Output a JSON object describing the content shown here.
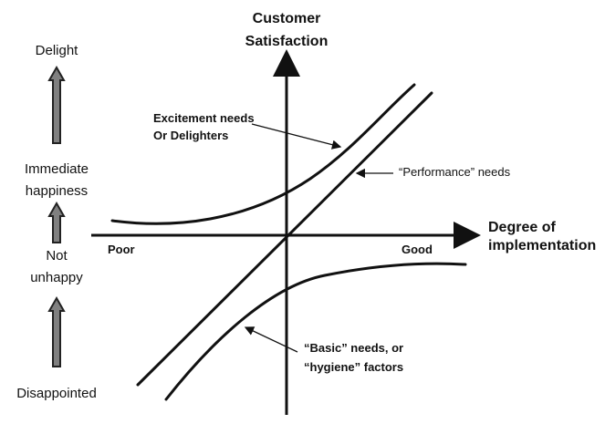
{
  "scale": {
    "levels": [
      "Delight",
      "Immediate",
      "happiness",
      "Not",
      "unhappy",
      "Disappointed"
    ]
  },
  "axes": {
    "y_title": [
      "Customer",
      "Satisfaction"
    ],
    "x_title": [
      "Degree of",
      "implementation"
    ],
    "x_low": "Poor",
    "x_high": "Good"
  },
  "curves": {
    "excitement": [
      "Excitement needs",
      "Or Delighters"
    ],
    "performance": "“Performance” needs",
    "basic": [
      "“Basic” needs, or",
      "“hygiene” factors"
    ]
  },
  "colors": {
    "ink": "#111111",
    "arrow_fill": "#808080",
    "arrow_stroke": "#222222"
  }
}
